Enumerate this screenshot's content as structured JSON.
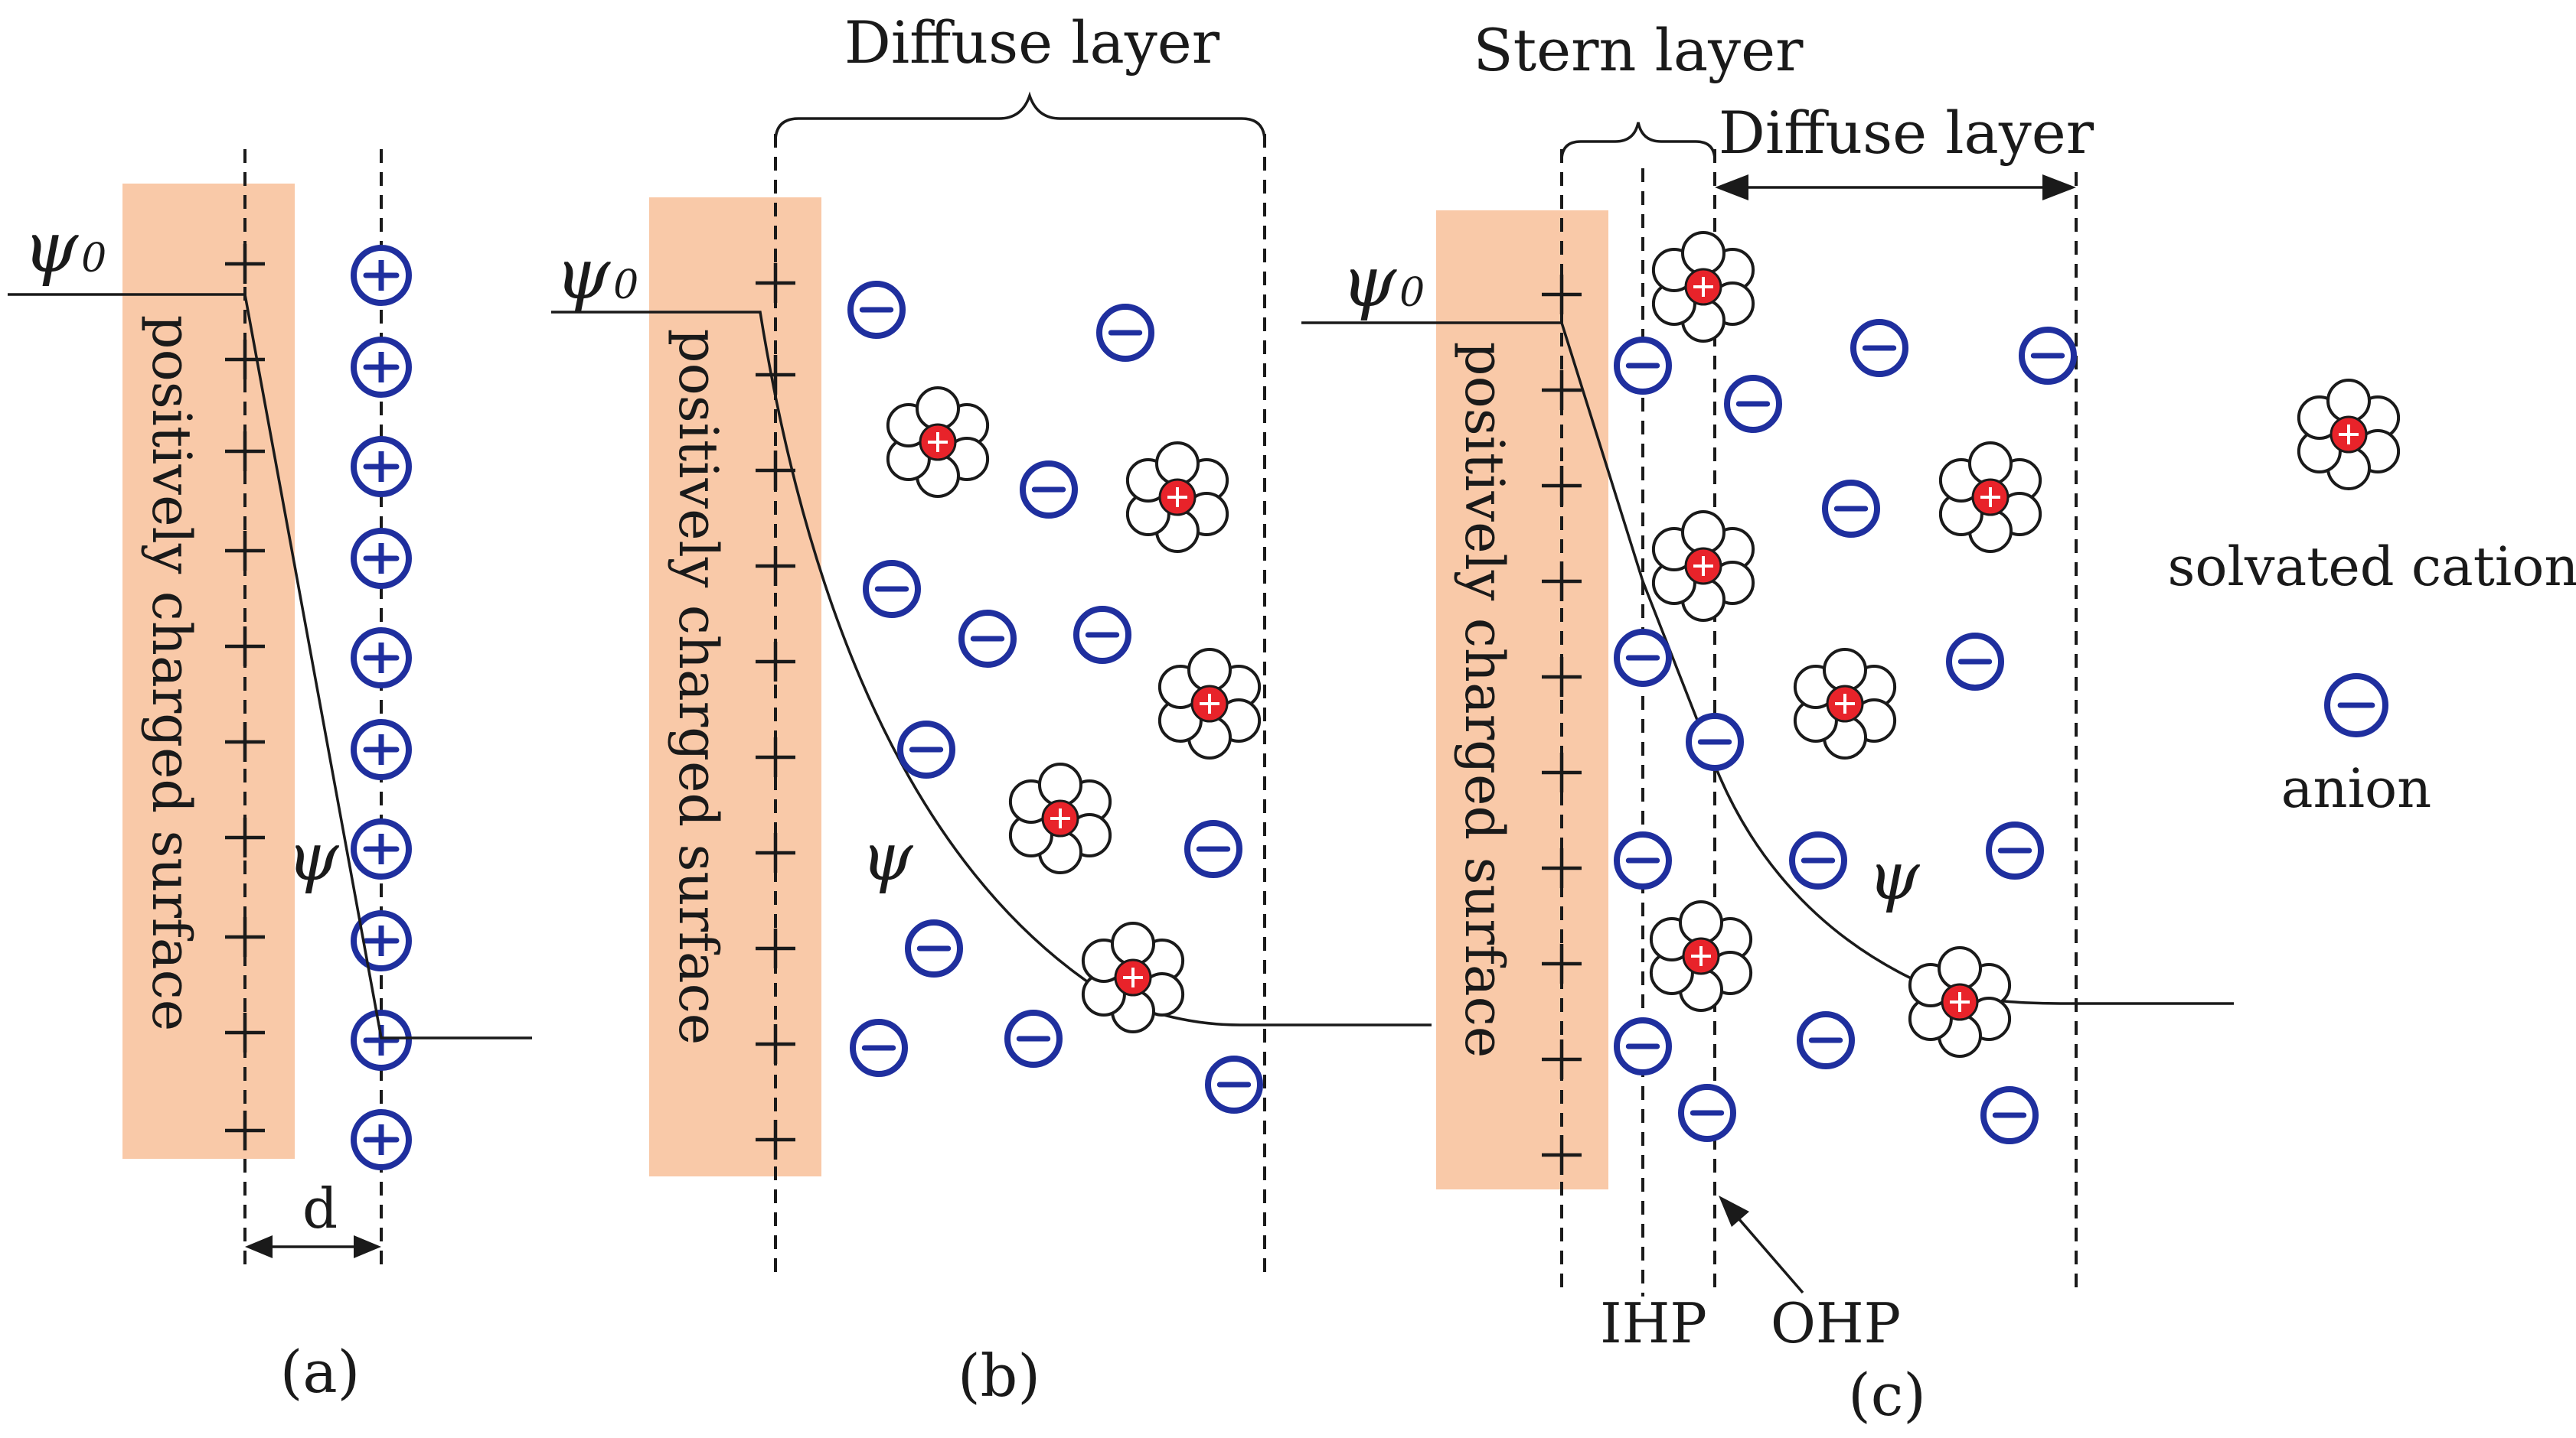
{
  "labels": {
    "psi0": "ψ",
    "psi0_sub": "0",
    "psi": "ψ",
    "surface": "positively charged surface",
    "d": "d",
    "diffuse_layer": "Diffuse layer",
    "stern_layer": "Stern layer",
    "ihp": "IHP",
    "ohp": "OHP",
    "panel_a": "(a)",
    "panel_b": "(b)",
    "panel_c": "(c)"
  },
  "legend": {
    "solvated_cation": "solvated cation",
    "anion": "anion"
  },
  "colors": {
    "surface": "#f9c9a8",
    "anion": "#1f2f9e",
    "cation_core": "#e8232a",
    "line": "#1a1a1a"
  }
}
